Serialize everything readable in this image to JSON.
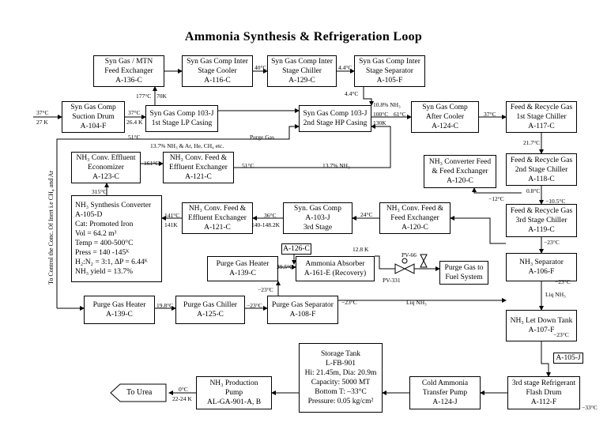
{
  "title": "Ammonia Synthesis & Refrigeration Loop",
  "side_note": "To Control the Conc. Of Inert i.e CH₄ and Ar",
  "boxes": {
    "b136c": [
      "Syn Gas / MTN",
      "Feed Exchanger",
      "A-136-C"
    ],
    "b116c": [
      "Syn Gas Comp Inter",
      "Stage Cooler",
      "A-116-C"
    ],
    "b129c": [
      "Syn Gas Comp Inter",
      "Stage Chiller",
      "A-129-C"
    ],
    "b105f": [
      "Syn Gas Comp Inter",
      "Stage Separator",
      "A-105-F"
    ],
    "b104f": [
      "Syn Gas Comp",
      "Suction Drum",
      "A-104-F"
    ],
    "b103j1": [
      "Syn Gas Comp 103-J",
      "1st Stage LP Casing"
    ],
    "b103j2": [
      "Syn Gas Comp 103-J",
      "2nd Stage HP Casing"
    ],
    "b124c": [
      "Syn Gas Comp",
      "After Cooler",
      "A-124-C"
    ],
    "b117c": [
      "Feed & Recycle Gas",
      "1st Stage Chiller",
      "A-117-C"
    ],
    "b123c": [
      "NH₃ Conv. Effluent",
      "Economizer",
      "A-123-C"
    ],
    "b121c_top": [
      "NH₃ Conv. Feed &",
      "Effluent Exchanger",
      "A-121-C"
    ],
    "b120c_top": [
      "NH₃ Converter Feed",
      "& Feed Exchanger",
      "A-120-C"
    ],
    "b118c": [
      "Feed & Recycle Gas",
      "2nd Stage Chiller",
      "A-118-C"
    ],
    "b105d": [
      "NH₃ Synthesis Converter",
      "A-105-D",
      "Cat: Promoted Iron",
      "Vol = 64.2 m³",
      "Temp = 400-500°C",
      "Press = 140 -145ᴷ",
      "H₂:N₂ = 3:1, ΔP = 6.44ᴷ",
      "NH₃ yield = 13.7%"
    ],
    "b121c_mid": [
      "NH₃ Conv. Feed &",
      "Effluent Exchanger",
      "A-121-C"
    ],
    "b103j3": [
      "Syn. Gas Comp",
      "A-103-J",
      "3rd Stage"
    ],
    "b120c_mid": [
      "NH₃ Conv. Feed &",
      "Feed Exchanger",
      "A-120-C"
    ],
    "b119c": [
      "Feed & Recycle Gas",
      "3rd Stage Chiller",
      "A-119-C"
    ],
    "b126c": [
      "A-126-C"
    ],
    "b139c_top": [
      "Purge Gas Heater",
      "A-139-C"
    ],
    "b161e": [
      "Ammonia Absorber",
      "A-161-E (Recovery)"
    ],
    "bfuel": [
      "Purge Gas to",
      "Fuel System"
    ],
    "b106f": [
      "NH₃ Separator",
      "A-106-F"
    ],
    "b139c_bot": [
      "Purge Gas Heater",
      "A-139-C"
    ],
    "b125c": [
      "Purge Gas Chiller",
      "A-125-C"
    ],
    "b108f": [
      "Purge Gas Separator",
      "A-108-F"
    ],
    "b107f": [
      "NH₃ Let Down Tank",
      "A-107-F"
    ],
    "btank": [
      "Storage Tank",
      "L-FB-901",
      "Hi: 21.45m, Dia: 20.9m",
      "Capacity: 5000 MT",
      "Bottom T: –33°C",
      "Pressure: 0.05 kg/cm²"
    ],
    "bpump": [
      "NH₃ Production",
      "Pump",
      "AL-GA-901-A, B"
    ],
    "b124j": [
      "Cold Ammonia",
      "Transfer Pump",
      "A-124-J"
    ],
    "b112f": [
      "3rd stage Refrigerant",
      "Flash Drum",
      "A-112-F"
    ],
    "b105j": [
      "A-105-J"
    ]
  },
  "to_urea": "To Urea",
  "labels": {
    "l1": "37°C",
    "l2": "27 K",
    "l3": "37°C",
    "l4": "26.4 K",
    "l5": "177°C",
    "l6": "70K",
    "l7": "40°C",
    "l8": "4.4°C",
    "l9": "4.4°C",
    "l10": "10.8% NH₃",
    "l11": "100°C",
    "l12": "130K",
    "l13": "61°C",
    "l14": "37°C",
    "l15": "51°C",
    "l16": "Purge Gas",
    "l17": "13.7% NH₃ & Ar, He, CH₄ etc.",
    "l18": "161°C",
    "l19": "51°C",
    "l20": "13.7% NH₃",
    "l21": "21.7°C",
    "l22": "315°C",
    "l23": "0.8°C",
    "l24": "−12°C",
    "l25": "−10.5°C",
    "l26": "141°C",
    "l27": "141K",
    "l28": "36°C",
    "l29": "140-148.2K",
    "l30": "24°C",
    "l31": "−23°C",
    "l32": "12.8 K",
    "l33": "PV-66",
    "l34": "PV-331",
    "l35": "39.5°C",
    "l36": "−23°C",
    "l37": "−23°C",
    "l38": "19.8°C",
    "l39": "−23°C",
    "l40": "−23°C",
    "l41": "Liq NH₃",
    "l42": "Liq NH₃",
    "l43": "−23°C",
    "l44": "0°C",
    "l45": "22-24 K",
    "l46": "−33°C"
  }
}
